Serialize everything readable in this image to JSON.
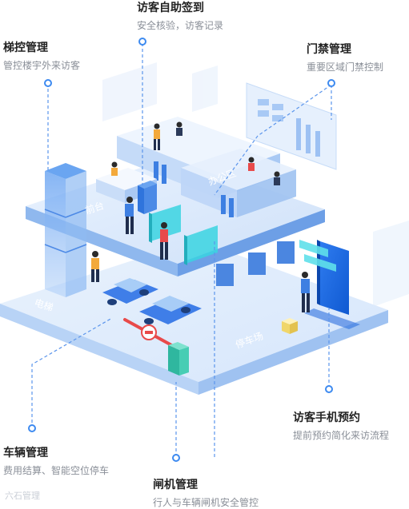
{
  "colors": {
    "platform_top": "#dbe9fb",
    "platform_side": "#8fb8ee",
    "accent": "#3d8af0",
    "teal": "#39d3e0",
    "car": "#3f7ee8",
    "dashed": "#5b95ec"
  },
  "callouts": [
    {
      "title": "访客自助签到",
      "desc": "安全核验，访客记录"
    },
    {
      "title": "梯控管理",
      "desc": "管控楼宇外来访客"
    },
    {
      "title": "门禁管理",
      "desc": "重要区域门禁控制"
    },
    {
      "title": "访客手机预约",
      "desc": "提前预约简化来访流程"
    },
    {
      "title": "车辆管理",
      "desc": "费用结算、智能空位停车"
    },
    {
      "title": "闸机管理",
      "desc": "行人与车辆闸机安全管控"
    }
  ],
  "zones": {
    "reception": "前台",
    "office": "办公区",
    "elevator": "电梯",
    "parking": "停车场"
  },
  "watermark": "六石管理"
}
